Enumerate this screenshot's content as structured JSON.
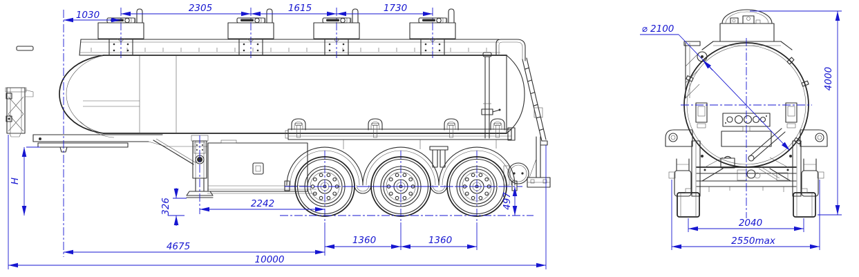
{
  "drawing": {
    "type": "tank-semitrailer-general-arrangement",
    "views": {
      "left": "side-view",
      "right": "rear-view"
    },
    "colors": {
      "dimension": "#1616d0",
      "line": "#2e2e2e",
      "background": "#ffffff"
    }
  },
  "dimensions": {
    "side": {
      "kingpin_to_manhole1": "1030",
      "manhole1_to_manhole2": "2305",
      "manhole2_to_manhole3": "1615",
      "manhole3_to_manhole4": "1730",
      "fifth_wheel_height": "H",
      "landing_leg_clearance": "326",
      "landing_leg_to_axle1": "2242",
      "axle_center_to_ground": "497",
      "axle1_to_axle2": "1360",
      "axle2_to_axle3": "1360",
      "kingpin_to_axle1": "4675",
      "overall_length": "10000"
    },
    "rear": {
      "tank_diameter": "⌀ 2100",
      "overall_height": "4000",
      "track_width": "2040",
      "overall_width": "2550max"
    }
  }
}
